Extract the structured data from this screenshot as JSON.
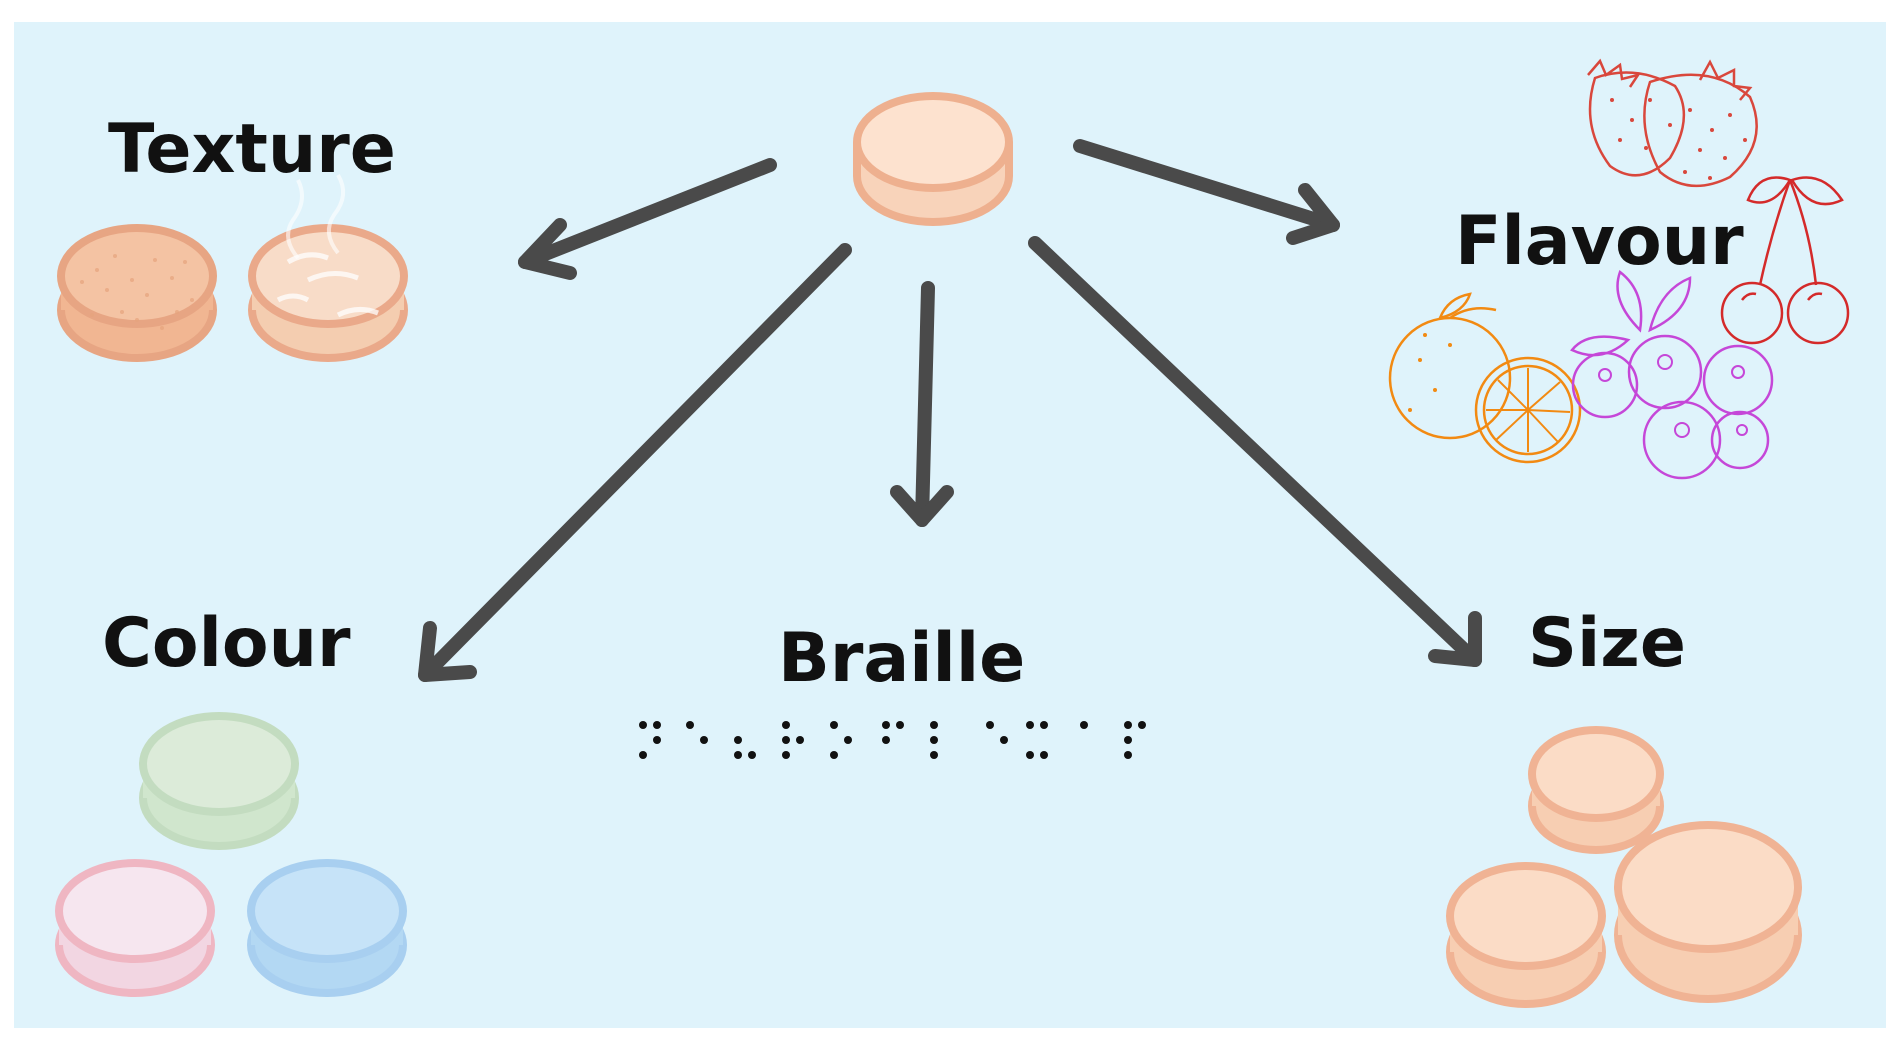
{
  "labels": {
    "texture": "Texture",
    "flavour": "Flavour",
    "colour": "Colour",
    "braille": "Braille",
    "size": "Size"
  },
  "colors": {
    "background": "#dff3fb",
    "arrow": "#4a4a4a",
    "tablet_fill": "#fbdcc4",
    "tablet_edge": "#eaa98a",
    "tablet_green": "#d6e9d2",
    "tablet_pink": "#f6e1ec",
    "tablet_blue": "#bfe0f7",
    "strawberry": "#d9473c",
    "cherry": "#d42a2a",
    "orange": "#f28a12",
    "blueberry": "#c547d8"
  },
  "icons": [
    "tablet-icon",
    "strawberry-icon",
    "cherry-icon",
    "orange-icon",
    "blueberry-icon",
    "braille-text"
  ]
}
